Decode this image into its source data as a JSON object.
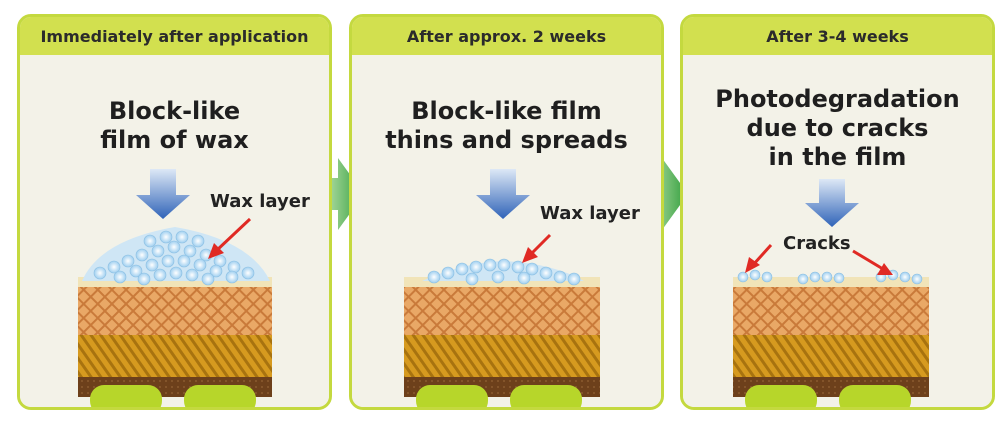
{
  "panels": [
    {
      "header": "Immediately after application",
      "title_lines": [
        "Block-like",
        "film of wax"
      ],
      "label": "Wax layer"
    },
    {
      "header": "After approx. 2 weeks",
      "title_lines": [
        "Block-like film",
        "thins and spreads"
      ],
      "label": "Wax layer"
    },
    {
      "header": "After 3-4 weeks",
      "title_lines": [
        "Photodegradation",
        "due to cracks",
        "in the film"
      ],
      "label": "Cracks"
    }
  ],
  "colors": {
    "panel_border": "#c4d93f",
    "header_fill": "#d2e04f",
    "down_arrow": "#2f63b8",
    "pointer_arrow": "#e02a24",
    "transition_arrow": "#3dae45",
    "wax_beads": "#bfe0f4",
    "mesh_layer": "#e6a35f",
    "striped_layer": "#c98d1a",
    "soil_layer": "#6a3e1a",
    "cells": "#b7d62a"
  }
}
